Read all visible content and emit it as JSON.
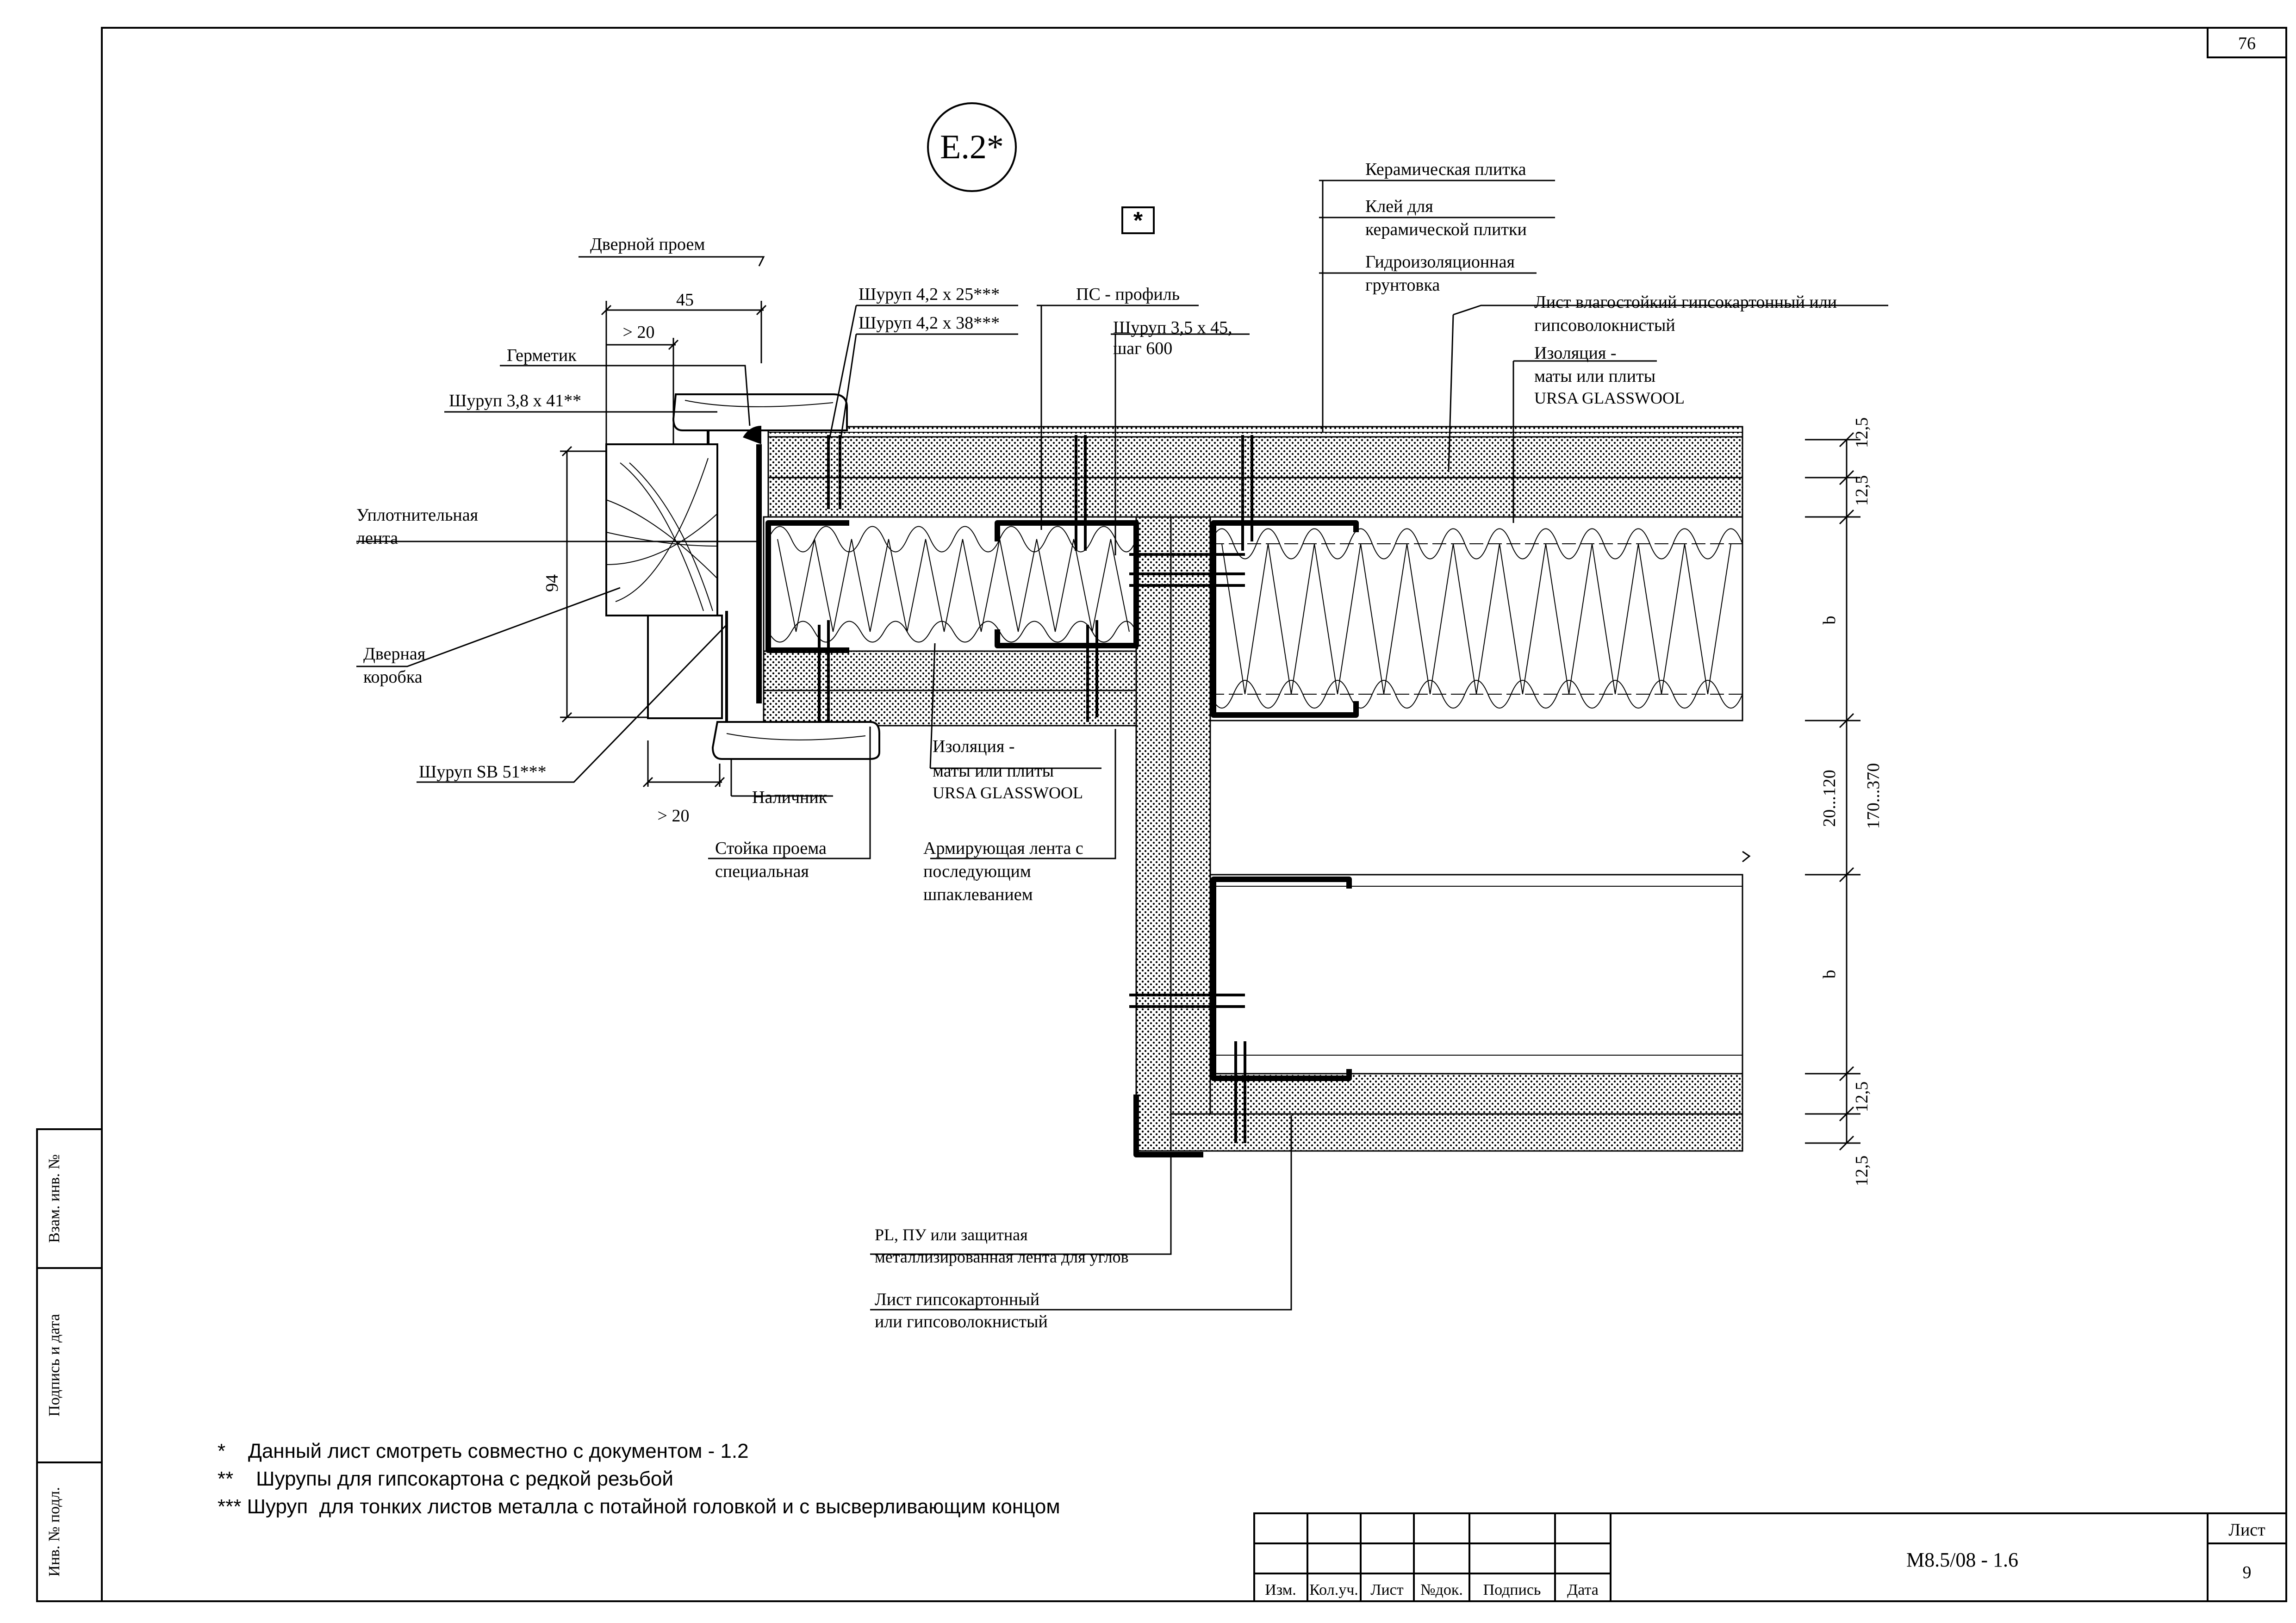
{
  "sheet": {
    "corner_number": "76",
    "detail_mark": "Е.2*",
    "star_box": "*"
  },
  "labels": {
    "door_opening": "Дверной проем",
    "screw_42x25": "Шуруп 4,2 х 25***",
    "screw_42x38": "Шуруп 4,2 х 38***",
    "ps_profile": "ПС - профиль",
    "screw_35x45_line1": "Шуруп 3,5 х 45,",
    "screw_35x45_line2": "шаг 600",
    "ceramic_tile": "Керамическая плитка",
    "tile_glue_line1": "Клей для",
    "tile_glue_line2": "керамической плитки",
    "primer_line1": "Гидроизоляционная",
    "primer_line2": "грунтовка",
    "board_line1": "Лист влагостойкий гипсокартонный  или",
    "board_line2": "гипсоволокнистый",
    "insul_right_line1": "Изоляция -",
    "insul_right_line2": "маты или плиты",
    "insul_right_line3": "URSA GLASSWOOL",
    "sealant": "Герметик",
    "screw_38x41": "Шуруп 3,8 х 41**",
    "seal_tape_line1": "Уплотнительная",
    "seal_tape_line2": "лента",
    "door_frame_line1": "Дверная",
    "door_frame_line2": "коробка",
    "screw_sb51": "Шуруп SB 51***",
    "casing": "Наличник",
    "post_line1": "Стойка проема",
    "post_line2": "специальная",
    "insul_mid_line1": "Изоляция -",
    "insul_mid_line2": "маты или плиты",
    "insul_mid_line3": "URSA GLASSWOOL",
    "tape_line1": "Армирующая лента с",
    "tape_line2": "последующим",
    "tape_line3": "шпаклеванием",
    "corner_line1": "PL, ПУ или защитная",
    "corner_line2": "металлизированная лента для углов",
    "gk_line1": "Лист гипсокартонный",
    "gk_line2": "или гипсоволокнистый"
  },
  "dimensions": {
    "d45": "45",
    "gt20_top": "> 20",
    "d94": "94",
    "gt20_bottom": "> 20",
    "d125_1": "12,5",
    "d125_2": "12,5",
    "b_top": "b",
    "d20_120": "20...120",
    "d170_370": "170...370",
    "b_bottom": "b",
    "d125_3": "12,5",
    "d125_4": "12,5"
  },
  "notes": {
    "n1": "*    Данный лист смотреть совместно с документом - 1.2",
    "n2": "**    Шурупы для гипсокартона с редкой резьбой",
    "n3": "*** Шуруп  для тонких листов металла с потайной головкой и с высверливающим концом"
  },
  "side_stamp": {
    "inv_vzam": "Взам. инв. №",
    "sign_date": "Подпись и дата",
    "inv_podl": "Инв. № подл."
  },
  "title_block": {
    "col_izm": "Изм.",
    "col_kol": "Кол.уч.",
    "col_list": "Лист",
    "col_ndok": "№док.",
    "col_podpis": "Подпись",
    "col_data": "Дата",
    "doc_code": "М8.5/08 - 1.6",
    "sheet_label": "Лист",
    "sheet_number": "9"
  }
}
